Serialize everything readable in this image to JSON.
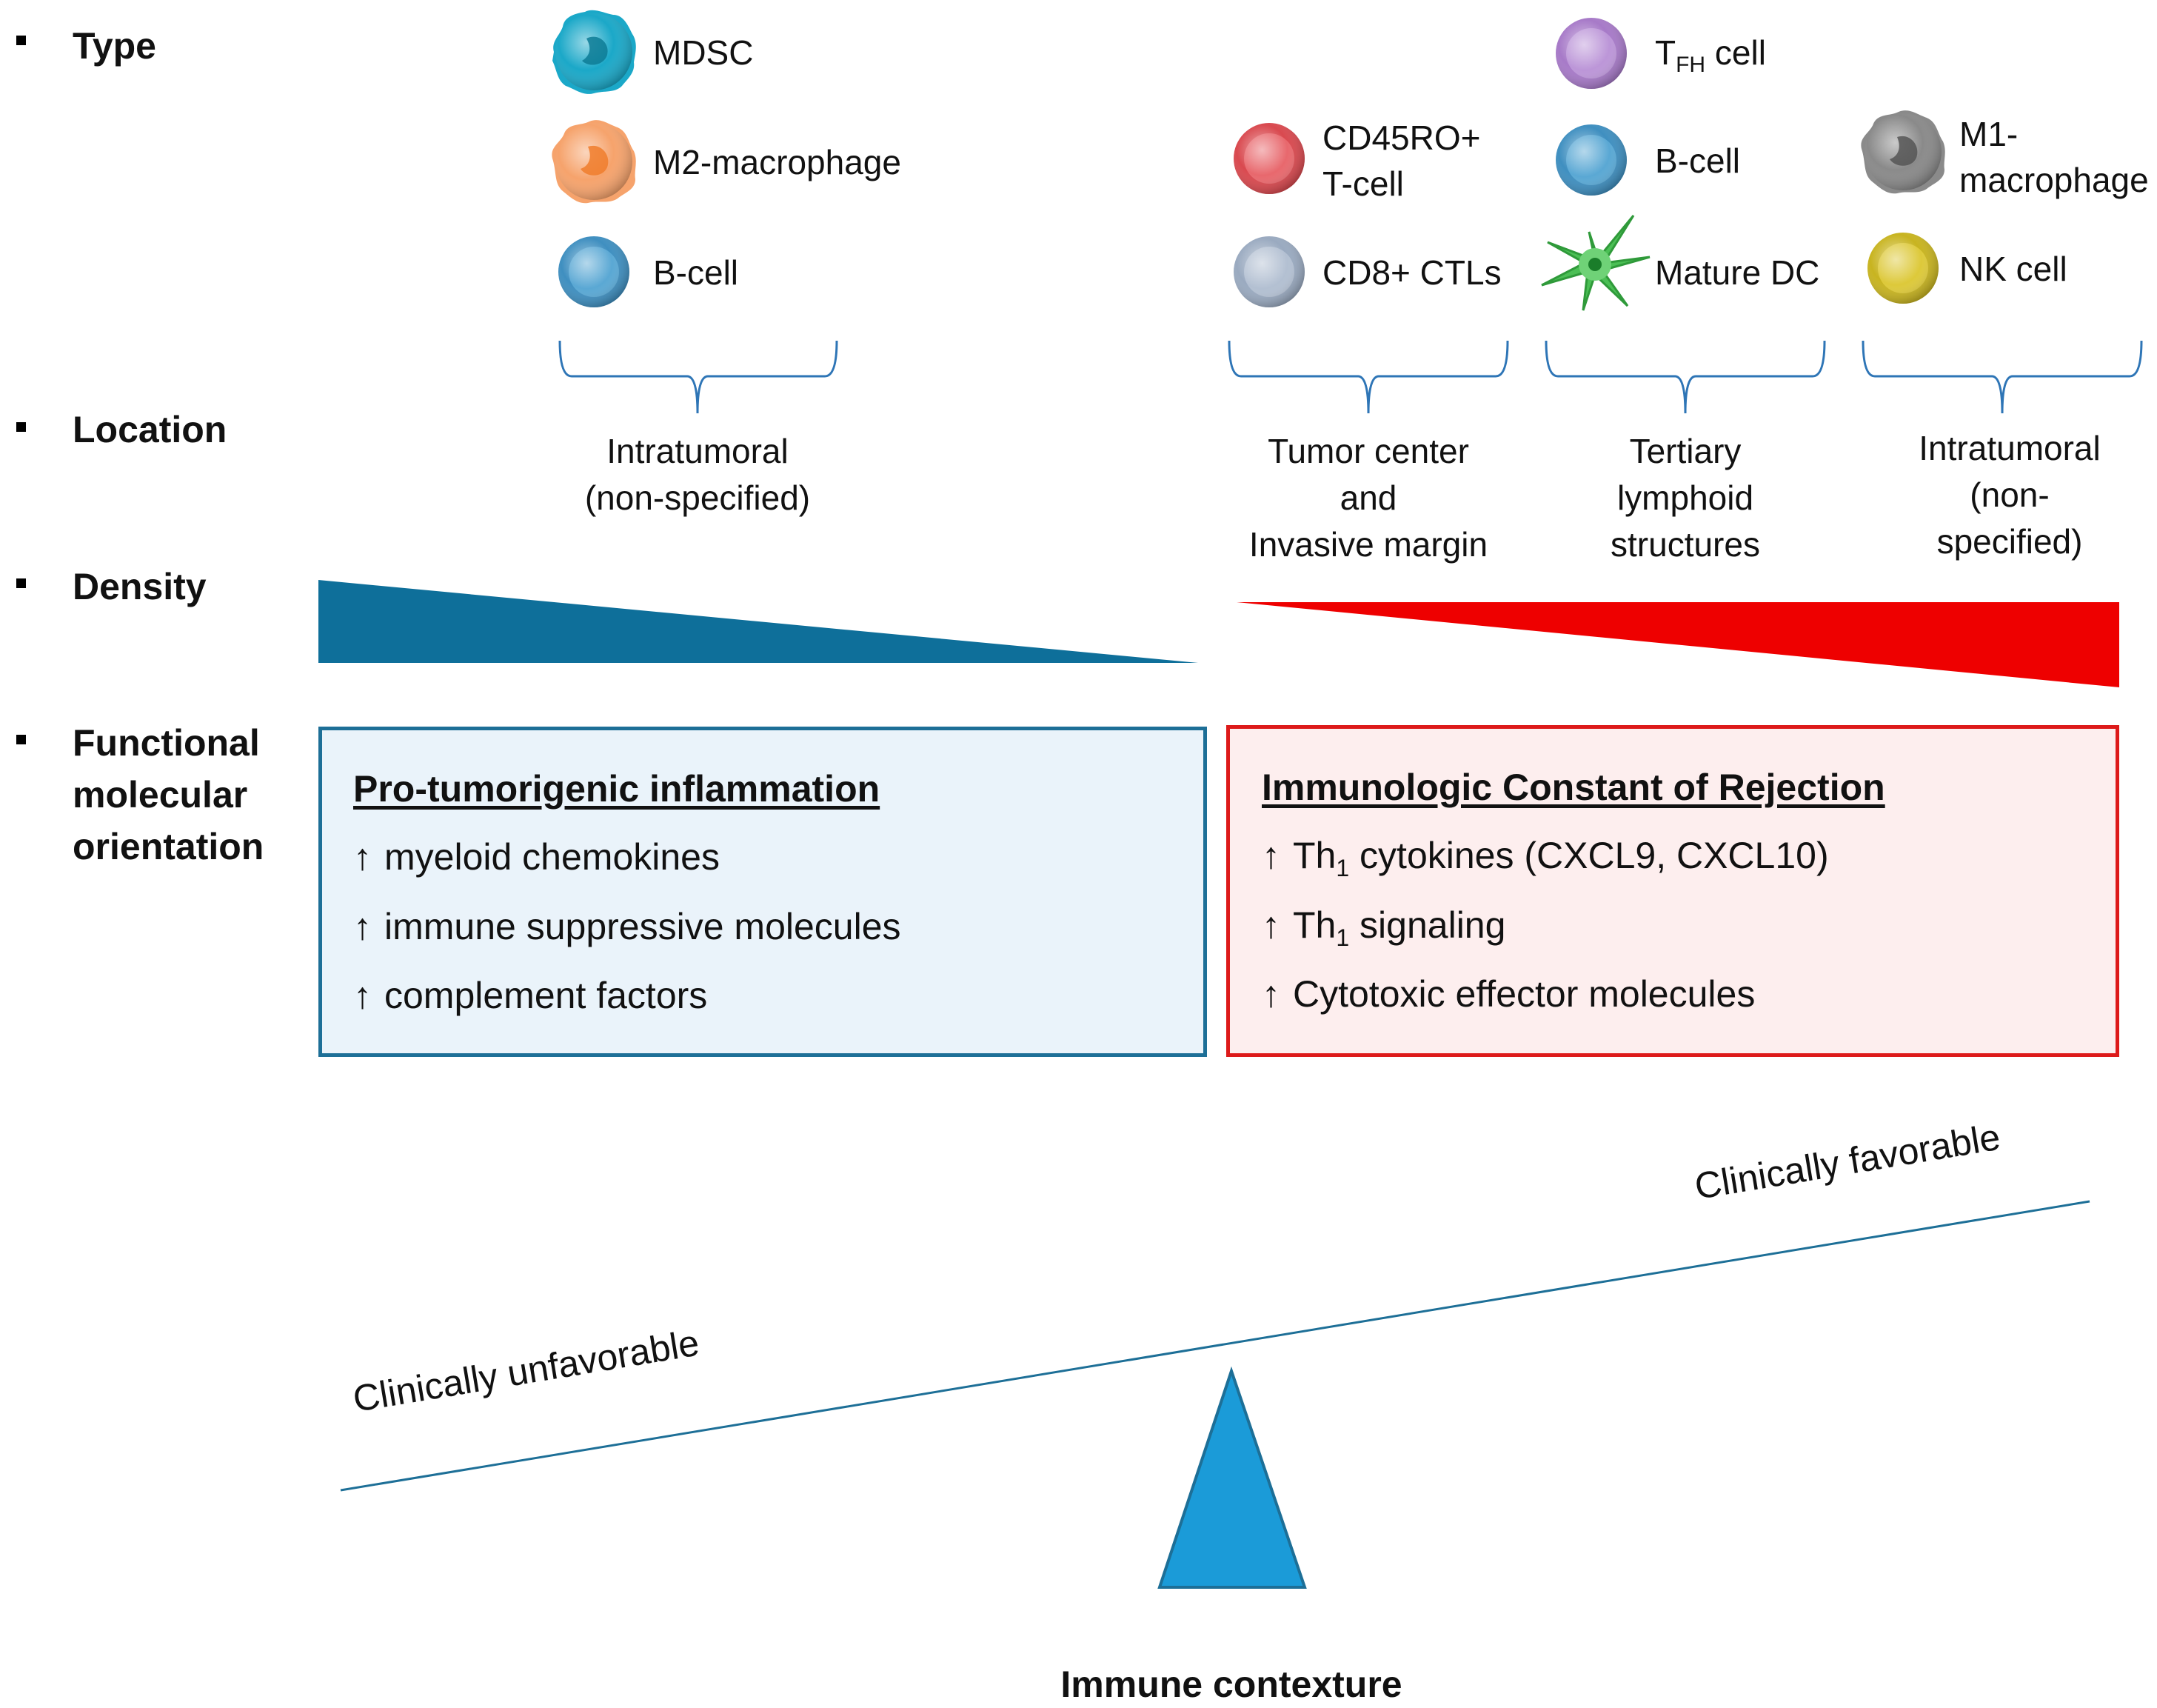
{
  "rows": {
    "type": "Type",
    "location": "Location",
    "density": "Density",
    "functional": [
      "Functional",
      "molecular",
      "orientation"
    ]
  },
  "left_cells": [
    {
      "icon": "mdsc-icon",
      "label": "MDSC",
      "color": "#1ba8c8"
    },
    {
      "icon": "m2-macrophage-icon",
      "label": "M2-macrophage",
      "color": "#f6a36c"
    },
    {
      "icon": "b-cell-icon",
      "label": "B-cell",
      "color": "#3f8fc0"
    }
  ],
  "right_cells": {
    "cd45ro": {
      "label_line1": "CD45RO+",
      "label_line2": "T-cell",
      "color": "#d9494f"
    },
    "cd8": {
      "label": "CD8+ CTLs",
      "color": "#9aaac0"
    },
    "tfh": {
      "label_main": "T",
      "label_sub": "FH",
      "label_rest": " cell",
      "color": "#a77ac8"
    },
    "bcell": {
      "label": "B-cell",
      "color": "#3f8fc0"
    },
    "mature_dc": {
      "label": "Mature DC",
      "color": "#4bbf55"
    },
    "m1": {
      "label_line1": "M1-",
      "label_line2": "macrophage",
      "color": "#8a8a8a"
    },
    "nk": {
      "label": "NK cell",
      "color": "#c8b420"
    }
  },
  "locations": {
    "left": [
      "Intratumoral",
      "(non-specified)"
    ],
    "center": [
      "Tumor center",
      "and",
      "Invasive margin"
    ],
    "tertiary": [
      "Tertiary",
      "lymphoid",
      "structures"
    ],
    "right": [
      "Intratumoral",
      "(non-",
      "specified)"
    ]
  },
  "density_colors": {
    "left": "#0e6f9a",
    "right": "#ee0000"
  },
  "left_box": {
    "title": "Pro-tumorigenic inflammation",
    "arrow": "↑",
    "items": [
      "myeloid chemokines",
      "immune suppressive molecules",
      "complement factors"
    ],
    "border": "#1d6f97",
    "fill": "#eaf3fa"
  },
  "right_box": {
    "title": "Immunologic Constant of Rejection",
    "arrow": "↑",
    "item1": {
      "pre": "Th",
      "sub": "1",
      "post": " cytokines (CXCL9, CXCL10)"
    },
    "item2": {
      "pre": "Th",
      "sub": "1",
      "post": " signaling"
    },
    "item3": "Cytotoxic effector molecules",
    "border": "#dd1a1a",
    "fill": "#fdeeee"
  },
  "balance": {
    "unfavorable": "Clinically unfavorable",
    "favorable": "Clinically favorable",
    "caption": "Immune contexture",
    "beam_color": "#1d6f97",
    "fulcrum_color": "#1b9bd8"
  }
}
